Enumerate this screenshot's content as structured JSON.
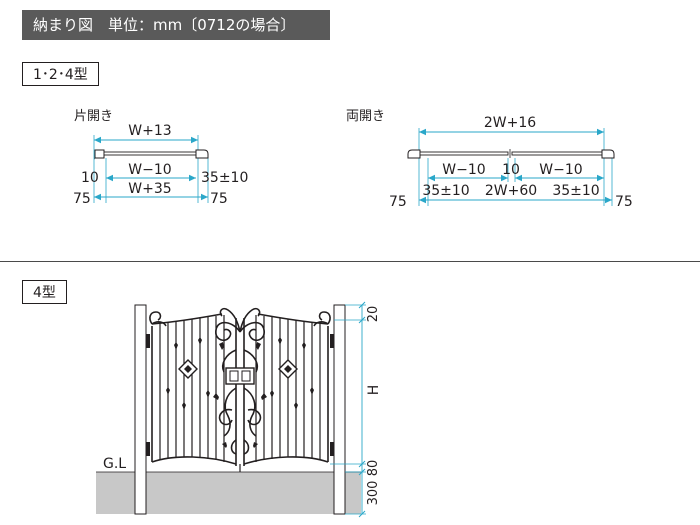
{
  "header": {
    "title": "納まり図　単位：mm〔0712の場合〕"
  },
  "sections": {
    "type124": {
      "label": "1･2･4型"
    },
    "type4": {
      "label": "4型"
    }
  },
  "single": {
    "title": "片開き",
    "dim_top": "W+13",
    "dim_inner": "W−10",
    "dim_gap": "10",
    "dim_clear": "35±10",
    "dim_total": "W+35",
    "post_left": "75",
    "post_right": "75"
  },
  "double": {
    "title": "両開き",
    "dim_top": "2W+16",
    "dim_inner_left": "W−10",
    "dim_center_gap": "10",
    "dim_inner_right": "W−10",
    "dim_clear_left": "35±10",
    "dim_total": "2W+60",
    "dim_clear_right": "35±10",
    "post_left": "75",
    "post_right": "75"
  },
  "elevation": {
    "top_gap": "20",
    "height": "H",
    "bottom_gap": "80",
    "embed": "300",
    "ground": "G.L"
  },
  "colors": {
    "line": "#231f20",
    "accent": "#2aa7c9",
    "ground": "#c8c8c8",
    "header_bg": "#5a5a5a"
  }
}
